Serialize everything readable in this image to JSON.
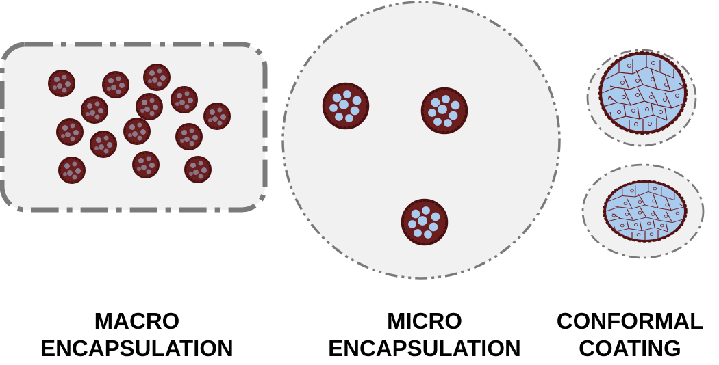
{
  "labels": {
    "macro": {
      "line1": "MACRO",
      "line2": "ENCAPSULATION"
    },
    "micro": {
      "line1": "MICRO",
      "line2": "ENCAPSULATION"
    },
    "conformal": {
      "line1": "CONFORMAL",
      "line2": "COATING"
    }
  },
  "colors": {
    "capsule_fill": "#f1f1f1",
    "capsule_border": "#7a7a7a",
    "cluster_fill": "#6b1e1e",
    "cluster_outline": "#4a0f10",
    "cell_fill": "#a9cbee",
    "cell_outline": "#6e1a1c"
  }
}
